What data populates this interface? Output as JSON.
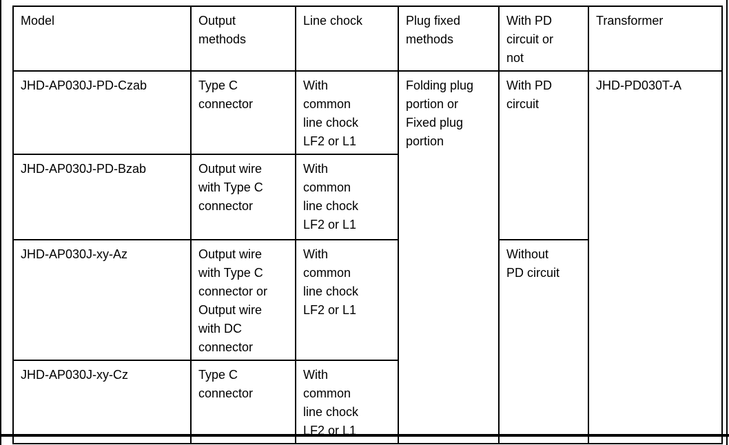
{
  "page": {
    "background": "#ffffff",
    "line_color": "#000000"
  },
  "table": {
    "headers": {
      "model": "Model",
      "output_methods": "Output\nmethods",
      "line_chock": "Line chock",
      "plug_fixed_methods": "Plug fixed\nmethods",
      "pd_circuit": "With PD\ncircuit or\nnot",
      "transformer": "Transformer"
    },
    "rows": [
      {
        "model": "JHD-AP030J-PD-Czab",
        "output": "Type C\nconnector",
        "chock": "With\ncommon\nline chock\nLF2 or L1"
      },
      {
        "model": "JHD-AP030J-PD-Bzab",
        "output": "Output wire\nwith Type C\nconnector",
        "chock": "With\ncommon\nline chock\nLF2 or L1"
      },
      {
        "model": "JHD-AP030J-xy-Az",
        "output": "Output wire\nwith Type C\nconnector or\nOutput wire\nwith DC\nconnector",
        "chock": "With\ncommon\nline chock\nLF2 or L1"
      },
      {
        "model": "JHD-AP030J-xy-Cz",
        "output": "Type C\nconnector",
        "chock": "With\ncommon\nline chock\nLF2 or L1"
      }
    ],
    "merged": {
      "plug_fixed": "Folding plug\nportion or\nFixed plug\nportion",
      "pd_with": "With PD\ncircuit",
      "pd_without": "Without\nPD circuit",
      "transformer": "JHD-PD030T-A"
    }
  }
}
